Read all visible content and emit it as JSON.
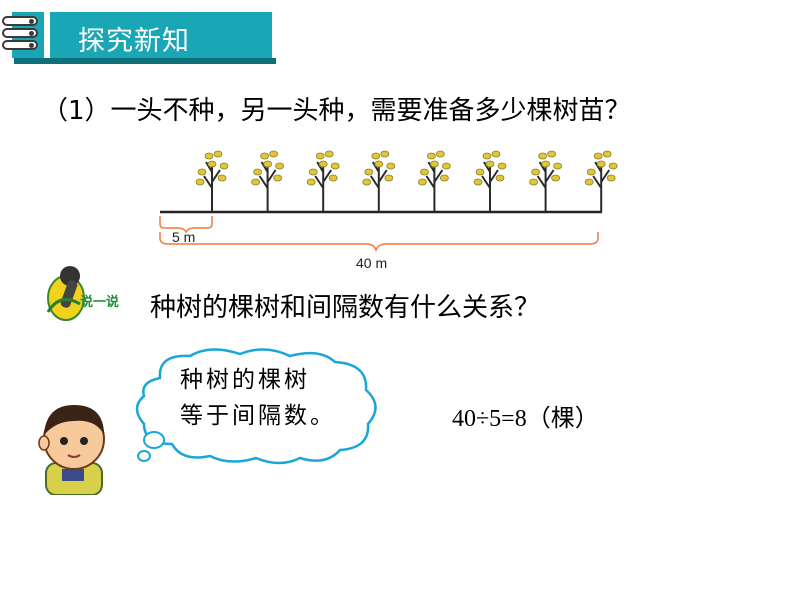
{
  "header": {
    "title": "探究新知"
  },
  "question": "（1）一头不种，另一头种，需要准备多少棵树苗？",
  "diagram": {
    "tree_count": 8,
    "interval_label": "5 m",
    "total_label": "40 m"
  },
  "discussion": {
    "icon_label": "说一说",
    "prompt": "种树的棵树和间隔数有什么关系？"
  },
  "thought_bubble": {
    "line1": "种树的棵树",
    "line2": "等于间隔数。"
  },
  "equation": "40÷5=8（棵）"
}
